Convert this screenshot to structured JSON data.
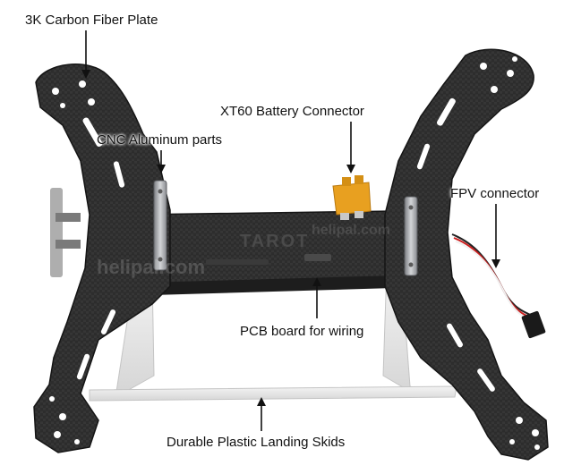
{
  "image": {
    "subject": "Carbon fiber FPV racing quadcopter frame with labeled components",
    "watermark": "helipal.com",
    "frame_logo": "TAROT"
  },
  "annotations": {
    "plate": "3K Carbon Fiber Plate",
    "cnc": "CNC Aluminum parts",
    "battery": "XT60 Battery Connector",
    "fpv": "FPV connector",
    "pcb": "PCB board for wiring",
    "skids": "Durable Plastic Landing Skids"
  },
  "colors": {
    "background": "#ffffff",
    "carbon": "#2b2b2b",
    "carbon_edge": "#151515",
    "skid": "#e9e9e9",
    "aluminum": "#a9abae",
    "connector": "#e8a020",
    "arrow": "#111111",
    "text": "#111111"
  }
}
